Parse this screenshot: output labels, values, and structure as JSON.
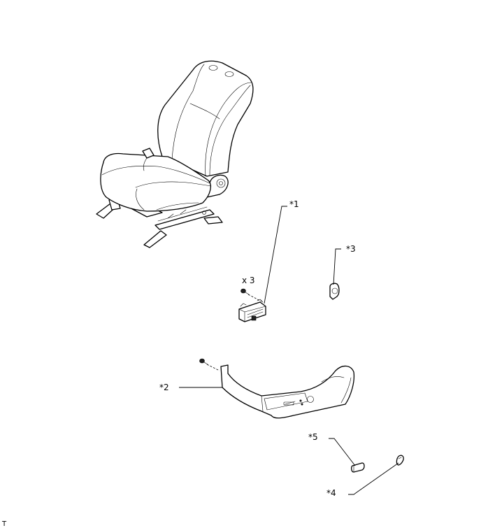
{
  "callouts": {
    "c1": "*1",
    "c2": "*2",
    "c3": "*3",
    "c4": "*4",
    "c5": "*5"
  },
  "quantity_note": "x 3",
  "corner_mark": "T",
  "icons": [
    "seat-assembly-icon",
    "switch-assembly-icon",
    "seat-side-cover-icon",
    "knob-icon",
    "screw-icon"
  ]
}
